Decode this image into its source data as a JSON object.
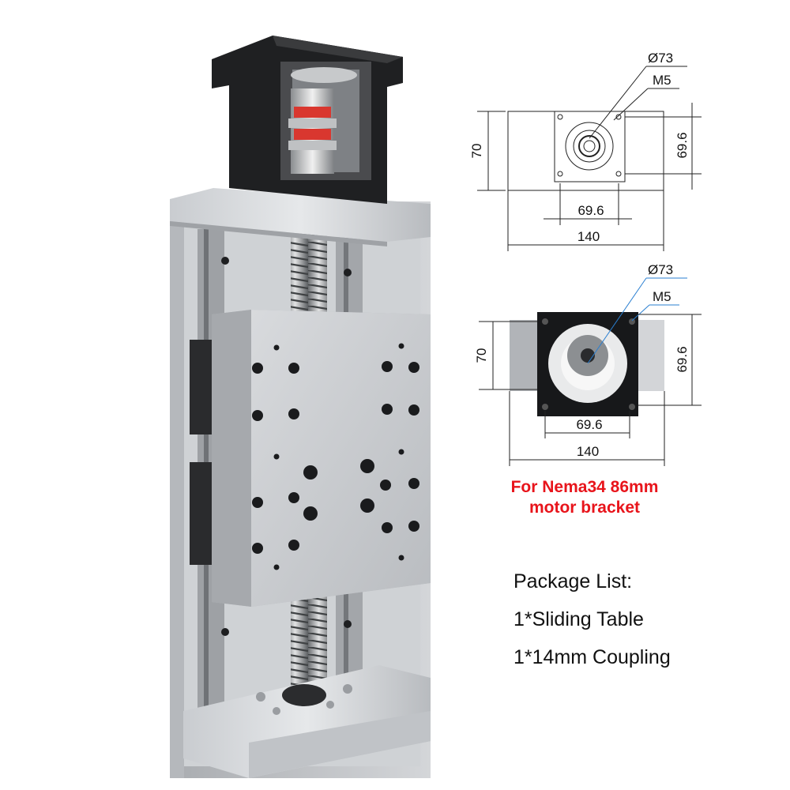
{
  "drawing_top": {
    "bore_dia": "Ø73",
    "screw_spec": "M5",
    "height": "70",
    "bolt_pattern_v": "69.6",
    "bolt_pattern_h": "69.6",
    "width": "140"
  },
  "drawing_bottom": {
    "bore_dia": "Ø73",
    "screw_spec": "M5",
    "height": "70",
    "bolt_pattern_v": "69.6",
    "bolt_pattern_h": "69.6",
    "width": "140"
  },
  "caption": {
    "line1": "For Nema34 86mm",
    "line2": "motor bracket",
    "color": "#e8141b"
  },
  "package": {
    "title": "Package List:",
    "items": [
      "1*Sliding Table",
      "1*14mm Coupling"
    ]
  }
}
